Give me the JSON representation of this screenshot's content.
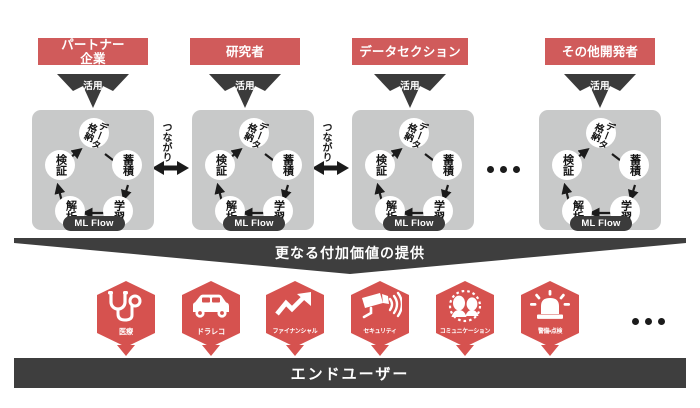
{
  "diagram": {
    "title_text_hidden": "",
    "colors": {
      "accent_red": "#d05b5b",
      "hex_red": "#d6524f",
      "panel_gray": "#c8c9c9",
      "dark_gray": "#3b3b3b",
      "white": "#ffffff"
    },
    "actors": [
      {
        "id": "partner",
        "label": "パートナー\n企業",
        "label_line1": "パートナー",
        "label_line2": "企業",
        "use_label": "活用"
      },
      {
        "id": "researcher",
        "label": "研究者",
        "label_line1": "研究者",
        "label_line2": "",
        "use_label": "活用"
      },
      {
        "id": "data-section",
        "label": "データセクション",
        "label_line1": "データセクション",
        "label_line2": "",
        "use_label": "活用"
      },
      {
        "id": "other-developer",
        "label": "その他開発者",
        "label_line1": "その他開発者",
        "label_line2": "",
        "use_label": "活用"
      }
    ],
    "ml_flow": {
      "badge_label": "ML Flow",
      "cycle_nodes": [
        {
          "id": "data-storage",
          "label": "データ格納",
          "position": "top"
        },
        {
          "id": "accumulation",
          "label": "蓄積",
          "position": "right"
        },
        {
          "id": "learning",
          "label": "学習",
          "position": "bottom-right"
        },
        {
          "id": "analysis",
          "label": "解析",
          "position": "bottom-left"
        },
        {
          "id": "verification",
          "label": "検証",
          "position": "left"
        }
      ],
      "cycle_order": [
        "データ格納",
        "蓄積",
        "学習",
        "解析",
        "検証"
      ]
    },
    "connectors": {
      "between_label": "つながり",
      "ellipsis": "•••"
    },
    "value_banner": {
      "label": "更なる付加価値の提供"
    },
    "use_cases": [
      {
        "id": "medical",
        "label": "医療",
        "icon": "stethoscope-icon"
      },
      {
        "id": "dashcam",
        "label": "ドラレコ",
        "icon": "car-icon"
      },
      {
        "id": "financial",
        "label": "ファイナンシャル",
        "icon": "trend-up-arrow-icon"
      },
      {
        "id": "security",
        "label": "セキュリティ",
        "icon": "security-camera-icon"
      },
      {
        "id": "communication",
        "label": "コミュニケーション",
        "icon": "two-people-icon"
      },
      {
        "id": "guard-inspection",
        "label": "警備・点検",
        "icon": "siren-light-icon"
      }
    ],
    "use_cases_more": "•••",
    "end_user": {
      "label": "エンドユーザー"
    }
  }
}
